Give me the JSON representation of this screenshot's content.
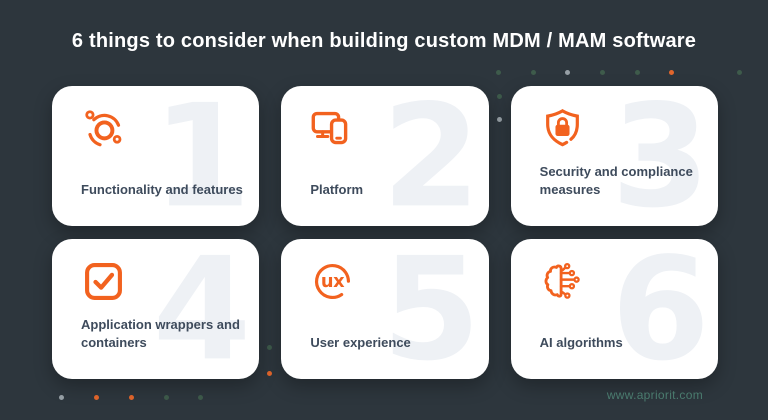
{
  "title": "6 things to consider when building custom MDM / MAM software",
  "footer": {
    "url": "www.apriorit.com"
  },
  "cards": [
    {
      "number": "1",
      "label": "Functionality and features",
      "icon": "orbit-icon"
    },
    {
      "number": "2",
      "label": "Platform",
      "icon": "devices-icon"
    },
    {
      "number": "3",
      "label": "Security and compliance measures",
      "icon": "shield-lock-icon"
    },
    {
      "number": "4",
      "label": "Application wrappers and containers",
      "icon": "checkbox-icon"
    },
    {
      "number": "5",
      "label": "User experience",
      "icon_text": "ux",
      "icon": "ux-circle-icon"
    },
    {
      "number": "6",
      "label": "AI algorithms",
      "icon": "ai-brain-icon"
    }
  ],
  "colors": {
    "background": "#2D363D",
    "card": "#FFFFFF",
    "accent_orange": "#F2621F",
    "big_number_gray": "#EEF1F5",
    "label_dark": "#3E4B5C",
    "footer_teal": "#4A7B6E",
    "dot_green": "#3E5B4B",
    "dot_orange": "#E2662C",
    "dot_gray": "#97A0A6"
  }
}
